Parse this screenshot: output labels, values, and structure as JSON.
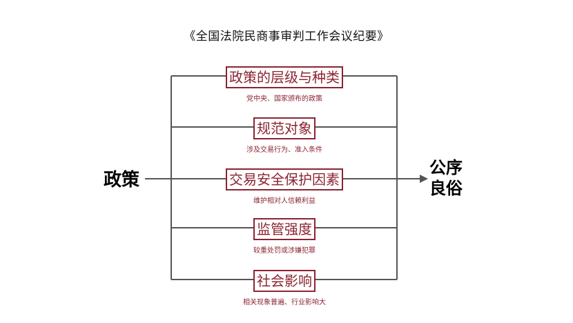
{
  "title": "《全国法院民商事审判工作会议纪要》",
  "left_label": "政策",
  "right_label": [
    "公序",
    "良俗"
  ],
  "colors": {
    "accent": "#8b2330",
    "line": "#555555",
    "text": "#000000"
  },
  "nodes": [
    {
      "label": "政策的层级与种类",
      "sub": "党中央、国家颁布的政策"
    },
    {
      "label": "规范对象",
      "sub": "涉及交易行为、准入条件"
    },
    {
      "label": "交易安全保护因素",
      "sub": "维护相对人信赖利益"
    },
    {
      "label": "监管强度",
      "sub": "较重处罚或涉嫌犯罪"
    },
    {
      "label": "社会影响",
      "sub": "相关现象普遍、行业影响大"
    }
  ]
}
